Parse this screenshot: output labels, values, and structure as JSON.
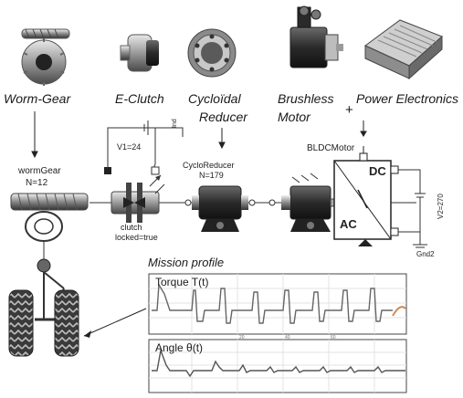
{
  "components": {
    "worm_gear": "Worm-Gear",
    "e_clutch": "E-Clutch",
    "cycloidal": [
      "Cycloïdal",
      "Reducer"
    ],
    "brushless": [
      "Brushless",
      "Motor"
    ],
    "plus": "+",
    "power_electronics": "Power Electronics"
  },
  "model": {
    "worm_gear": {
      "name": "wormGear",
      "param": "N=12"
    },
    "cyclo": {
      "name": "CycloReducer",
      "param": "N=179"
    },
    "clutch": {
      "name": "clutch",
      "param": "locked=true"
    },
    "voltage1": "V1=24",
    "ind": "Ind",
    "bldc": "BLDCMotor",
    "dc": "DC",
    "ac": "AC",
    "v2": "V2=270",
    "gnd": "Gnd2"
  },
  "mission": {
    "title": "Mission profile",
    "torque_label": "Torque T(t)",
    "angle_label": "Angle θ(t)",
    "ticks": [
      "20",
      "40",
      "60"
    ]
  }
}
